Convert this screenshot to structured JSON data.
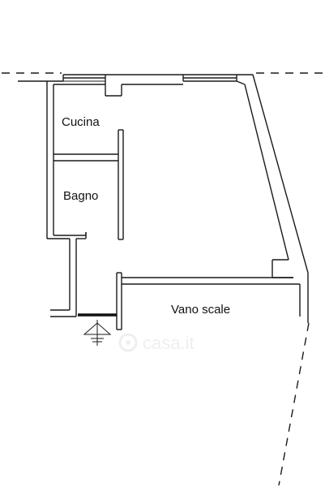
{
  "rooms": {
    "kitchen": "Cucina",
    "bathroom": "Bagno",
    "stairwell": "Vano scale"
  },
  "watermark": {
    "text": "casa.it"
  },
  "colors": {
    "line": "#1a1a1a",
    "background": "#ffffff",
    "watermark": "#e6e6e6"
  },
  "icons": {
    "entrance": "entrance-arrow-icon"
  }
}
